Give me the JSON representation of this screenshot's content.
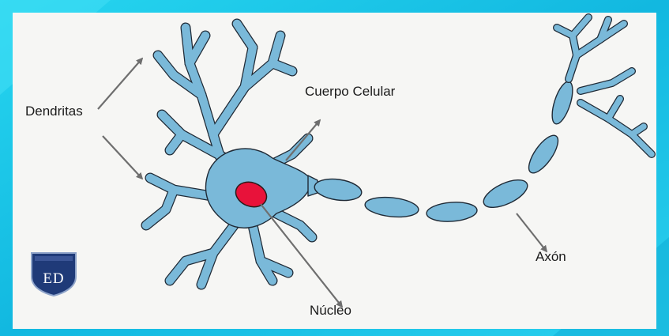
{
  "labels": {
    "dendritas": "Dendritas",
    "cuerpo_celular": "Cuerpo Celular",
    "axon": "Axón",
    "nucleo": "Núcleo"
  },
  "logo": {
    "monogram": "ED"
  },
  "colors": {
    "frame": "#1cc7e6",
    "paper": "#f6f6f4",
    "neuron_fill": "#7ab9d9",
    "neuron_stroke": "#1f2a36",
    "nucleus": "#e8123a",
    "arrow": "#6e6e6e",
    "logo_navy": "#1f3a78"
  }
}
